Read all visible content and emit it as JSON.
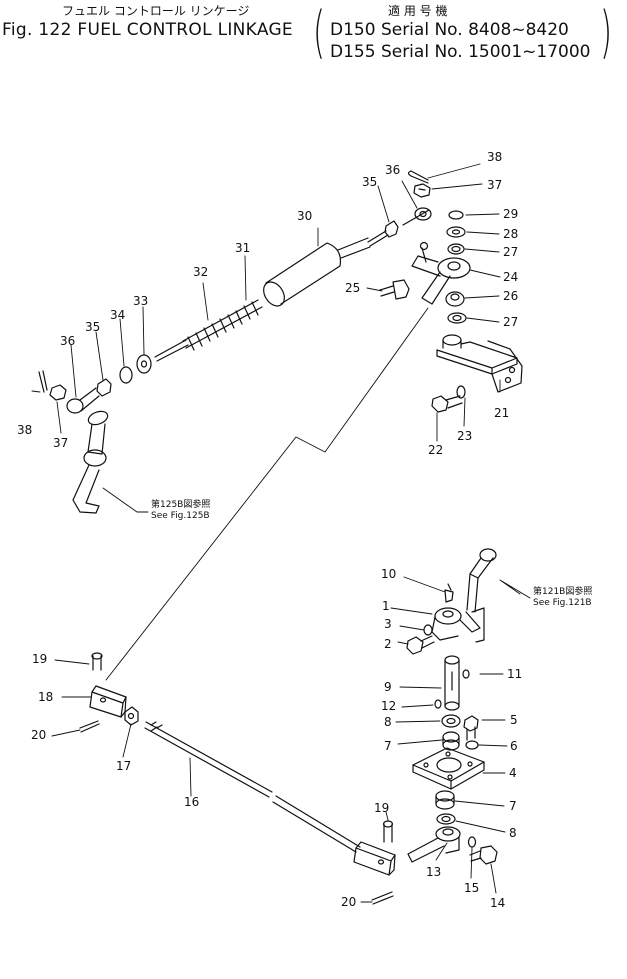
{
  "header": {
    "jp_title": "フュエル コントロール リンケージ",
    "jp_applicability": "適 用 号 機",
    "en_title": "Fig. 122 FUEL CONTROL LINKAGE",
    "serial_line_1": "D150 Serial No. 8408~8420",
    "serial_line_2": "D155 Serial No. 15001~17000",
    "paren_open": "(",
    "paren_close": ")"
  },
  "references": [
    {
      "jp": "第125B図参照",
      "en": "See Fig.125B"
    },
    {
      "jp": "第121B図参照",
      "en": "See Fig.121B"
    }
  ],
  "callouts": [
    "38",
    "37",
    "36",
    "35",
    "29",
    "28",
    "27",
    "30",
    "31",
    "24",
    "32",
    "25",
    "26",
    "33",
    "27",
    "34",
    "35",
    "36",
    "21",
    "38",
    "37",
    "23",
    "22",
    "10",
    "1",
    "3",
    "2",
    "11",
    "19",
    "9",
    "18",
    "12",
    "5",
    "8",
    "20",
    "7",
    "6",
    "17",
    "4",
    "16",
    "7",
    "19",
    "8",
    "13",
    "15",
    "14",
    "20"
  ]
}
